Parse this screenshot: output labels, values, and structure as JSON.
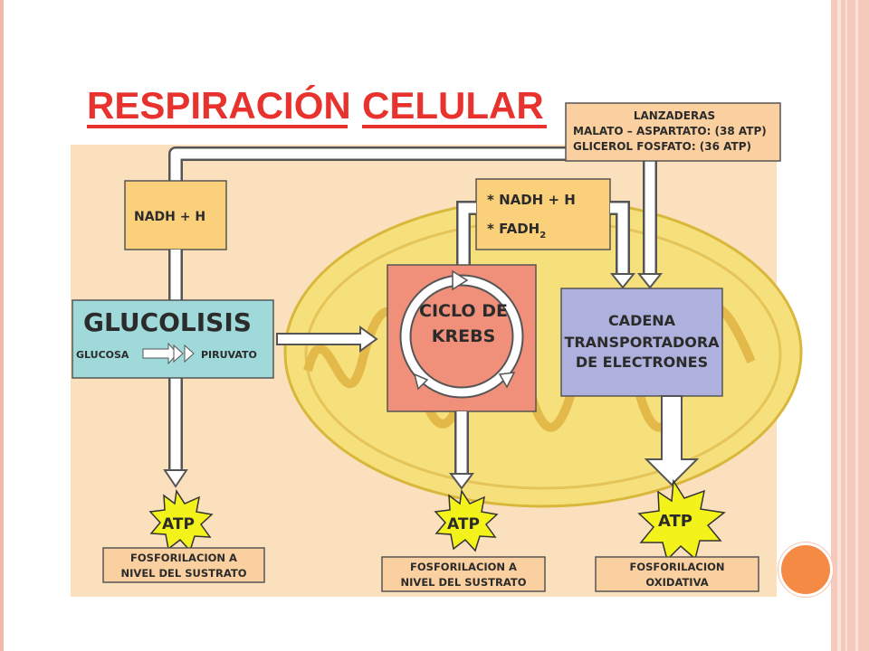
{
  "title": {
    "word1": "RESPIRACIÓN",
    "word2": "CELULAR"
  },
  "lanzaderas": {
    "heading": "LANZADERAS",
    "line1": "MALATO – ASPARTATO: (38 ATP)",
    "line2": "GLICEROL FOSFATO: (36 ATP)"
  },
  "nadh_box": {
    "label": "NADH + H"
  },
  "krebs_products": {
    "line1": "* NADH + H",
    "line2_prefix": "* FADH",
    "line2_sub": "2"
  },
  "glucolisis": {
    "title": "GLUCOLISIS",
    "from": "GLUCOSA",
    "to": "PIRUVATO"
  },
  "krebs": {
    "line1": "CICLO DE",
    "line2": "KREBS"
  },
  "cadena": {
    "line1": "CADENA",
    "line2": "TRANSPORTADORA",
    "line3": "DE ELECTRONES"
  },
  "atp": {
    "label": "ATP"
  },
  "outputs": {
    "left": {
      "line1": "FOSFORILACION A",
      "line2": "NIVEL DEL SUSTRATO"
    },
    "middle": {
      "line1": "FOSFORILACION A",
      "line2": "NIVEL DEL SUSTRATO"
    },
    "right": {
      "line1": "FOSFORILACION",
      "line2": "OXIDATIVA"
    }
  },
  "colors": {
    "title_red": "#e8322d",
    "background_panel": "#fbe0bd",
    "mitochondria": "#f6e07c",
    "yellow_box": "#fbd07a",
    "glucolisis_box": "#9fd9d9",
    "krebs_box": "#f0907a",
    "cadena_box": "#aeb0dd",
    "atp_star": "#f4f21b",
    "output_box": "#fbd0a0"
  }
}
